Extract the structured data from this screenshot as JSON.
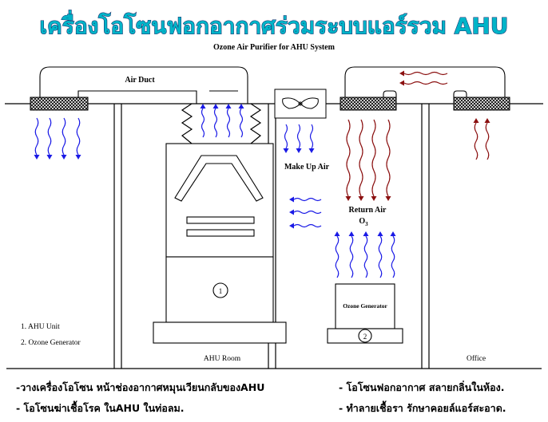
{
  "title": "เครื่องโอโซนฟอกอากาศร่วมระบบแอร์รวม AHU",
  "subtitle": "Ozone Air Purifier for AHU System",
  "labels": {
    "air_duct": "Air Duct",
    "make_up_air": "Make Up Air",
    "return_air": "Return Air",
    "ozone_symbol": "O",
    "ozone_subscript": "3",
    "ozone_generator": "Ozone Generator",
    "ahu_room": "AHU Room",
    "office": "Office",
    "marker_1": "1",
    "marker_2": "2"
  },
  "legend": {
    "item_1": "1. AHU Unit",
    "item_2": "2. Ozone Generator"
  },
  "notes": {
    "left_1": "-วางเครื่องโอโซน หน้าช่องอากาศหมุนเวียนกลับของAHU",
    "left_2": "- โอโซนฆ่าเชื้อโรค ในAHU ในท่อลม.",
    "right_1": "- โอโซนฟอกอากาศ สลายกลิ่นในห้อง.",
    "right_2": "- ทำลายเชื้อรา รักษาคอยล์แอร์สะอาด."
  },
  "colors": {
    "title_fill": "#00b4c8",
    "title_outline": "#1b2d6b",
    "supply_arrow": "#1a1ae6",
    "return_arrow": "#8b1010"
  }
}
